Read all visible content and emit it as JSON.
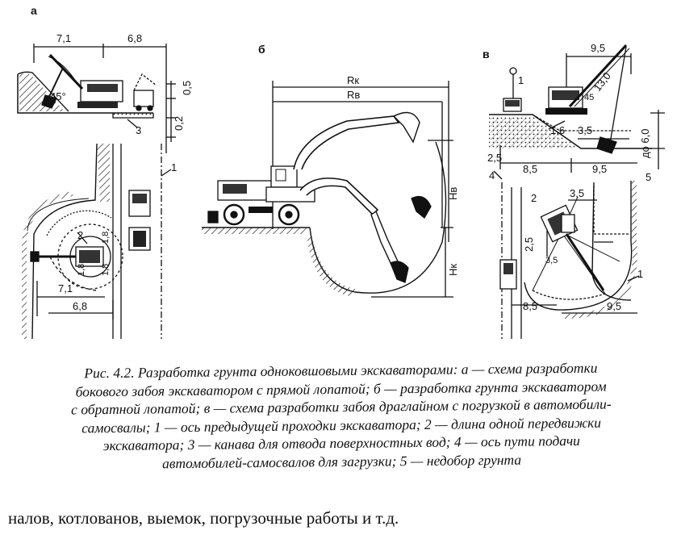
{
  "figure": {
    "panel_labels": {
      "a": "а",
      "b": "б",
      "v": "в"
    },
    "panel_a": {
      "dims": {
        "top_left": "7,1",
        "top_right": "6,8",
        "v1": "0,5",
        "v2": "0,2",
        "angle": "45°",
        "ref3": "3",
        "ref1": "1",
        "ref2": "2",
        "d18a": "1,8",
        "d18b": "1,8",
        "d18c": "1,8",
        "bottom1": "7,1",
        "bottom2": "6,8"
      }
    },
    "panel_b": {
      "dims": {
        "rk": "Rк",
        "rv": "Rв",
        "hv": "Hв",
        "hk": "Hк"
      }
    },
    "panel_v": {
      "dims": {
        "top": "9,5",
        "boom": "13,0",
        "ref1_top": "1",
        "ang": "45",
        "d16": "1,6",
        "d35a": "3,5",
        "depth": "до 6,0",
        "d25a": "2,5",
        "d85a": "8,5",
        "d95b": "9,5",
        "ref5": "5",
        "ref4": "4",
        "ref2": "2",
        "d35b": "3,5",
        "d25b": "2,5",
        "d35c": "3,5",
        "ref1_bottom": "1",
        "d85b": "8,5",
        "d95c": "9,5"
      }
    }
  },
  "caption": {
    "lines": [
      "Рис. 4.2. Разработка грунта одноковшовыми экскаваторами: а — схема разработки",
      "бокового забоя экскаватором с прямой лопатой; б — разработка грунта экскаватором",
      "с обратной лопатой; в — схема разработки забоя драглайном с погрузкой в автомобили-",
      "самосвалы; 1 — ось предыдущей проходки экскаватора; 2 — длина одной передвижки",
      "экскаватора; 3 — канава для отвода поверхностных вод; 4 — ось пути подачи",
      "автомобилей-самосвалов для загрузки; 5 — недобор грунта"
    ]
  },
  "footer_text": "налов, котлованов, выемок, погрузочные работы и т.д."
}
